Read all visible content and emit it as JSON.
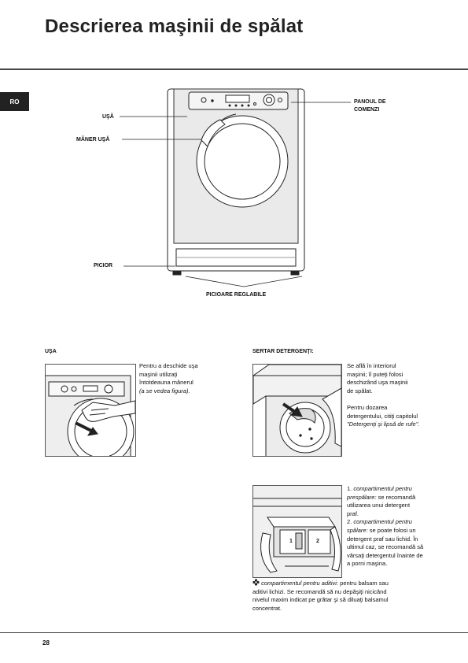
{
  "header": {
    "title": "Descrierea maşinii de spălat",
    "lang_tab": "RO"
  },
  "machine_labels": {
    "door": "UŞĂ",
    "door_handle": "MÂNER UŞĂ",
    "control_panel_line1": "PANOUL DE",
    "control_panel_line2": "COMENZI",
    "foot": "PICIOR",
    "adjustable_feet": "PICIOARE REGLABILE"
  },
  "door_section": {
    "heading": "UŞA",
    "text_lines": [
      "Pentru a deschide uşa",
      "maşinii utilizaţi",
      "întotdeauna mânerul"
    ],
    "note": "(a se vedea figura)."
  },
  "drawer_section": {
    "heading": "SERTAR DETERGENŢI:",
    "p1_lines": [
      "Se află în interiorul",
      "maşinii; îl puteţi folosi",
      "deschizând uşa maşinii",
      "de spălat."
    ],
    "p2_lines": [
      "Pentru dozarea",
      "detergentului, citiţi capitolul"
    ],
    "p2_ref": "\"Detergenţi şi lipsă de rufe\".",
    "item1_num": "1.",
    "item1_title_a": "compartimentul pentru",
    "item1_title_b": "prespălare:",
    "item1_lines": [
      "se recomandă",
      "utilizarea unui detergent",
      "praf."
    ],
    "item2_num": "2.",
    "item2_title_a": "compartimentul pentru",
    "item2_title_b": "spălare:",
    "item2_lines": [
      "se poate folosi un",
      "detergent praf sau lichid. În",
      "ultimul caz, se recomandă să",
      "vărsaţi detergentul înainte de",
      "a porni maşina."
    ],
    "item3_title": "compartimentul pentru aditivi:",
    "item3_lines": [
      "pentru balsam sau",
      "aditivi lichizi. Se recomandă să nu depăşiţi nicicând",
      "nivelul maxim indicat pe grătar şi să diluaţi balsamul",
      "concentrat."
    ]
  },
  "footer": {
    "page_number": "28"
  }
}
